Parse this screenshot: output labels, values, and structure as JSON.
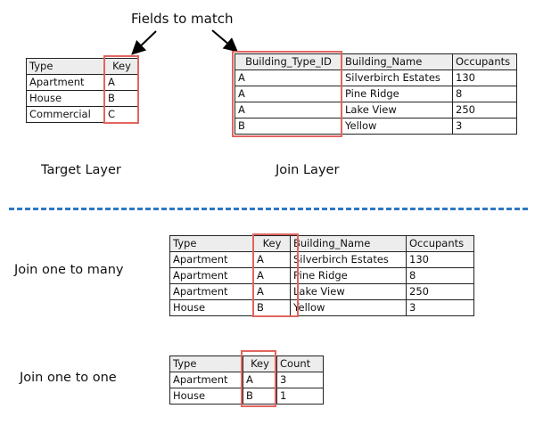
{
  "annotation": {
    "fields_to_match": "Fields to match"
  },
  "labels": {
    "target_layer": "Target Layer",
    "join_layer": "Join Layer",
    "one_to_many": "Join one to many",
    "one_to_one": "Join one to one"
  },
  "target_table": {
    "headers": [
      "Type",
      "Key"
    ],
    "rows": [
      [
        "Apartment",
        "A"
      ],
      [
        "House",
        "B"
      ],
      [
        "Commercial",
        "C"
      ]
    ]
  },
  "join_table": {
    "headers": [
      "Building_Type_ID",
      "Building_Name",
      "Occupants"
    ],
    "rows": [
      [
        "A",
        "Silverbirch Estates",
        "130"
      ],
      [
        "A",
        "Pine Ridge",
        "8"
      ],
      [
        "A",
        "Lake View",
        "250"
      ],
      [
        "B",
        "Yellow",
        "3"
      ]
    ]
  },
  "one_to_many_table": {
    "headers": [
      "Type",
      "Key",
      "Building_Name",
      "Occupants"
    ],
    "rows": [
      [
        "Apartment",
        "A",
        "Silverbirch Estates",
        "130"
      ],
      [
        "Apartment",
        "A",
        "Pine Ridge",
        "8"
      ],
      [
        "Apartment",
        "A",
        "Lake View",
        "250"
      ],
      [
        "House",
        "B",
        "Yellow",
        "3"
      ]
    ]
  },
  "one_to_one_table": {
    "headers": [
      "Type",
      "Key",
      "Count"
    ],
    "rows": [
      [
        "Apartment",
        "A",
        "3"
      ],
      [
        "House",
        "B",
        "1"
      ]
    ]
  },
  "colors": {
    "highlight": "#e0655f",
    "divider": "#2e77c5",
    "header_bg": "#ededed"
  }
}
